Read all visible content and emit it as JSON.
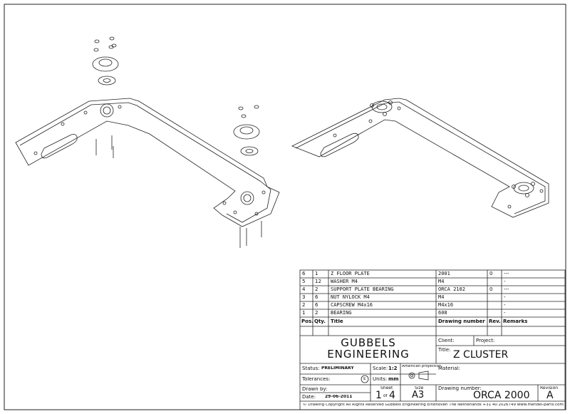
{
  "bom": {
    "rows": [
      {
        "pos": "6",
        "qty": "1",
        "title": "Z FLOOR PLATE",
        "drawing": "2001",
        "rev": "0",
        "remarks": "---"
      },
      {
        "pos": "5",
        "qty": "12",
        "title": "WASHER M4",
        "drawing": "M4",
        "rev": "",
        "remarks": "-"
      },
      {
        "pos": "4",
        "qty": "2",
        "title": "SUPPORT PLATE BEARING",
        "drawing": "ORCA 2102",
        "rev": "0",
        "remarks": "---"
      },
      {
        "pos": "3",
        "qty": "6",
        "title": "NUT NYLOCK M4",
        "drawing": "M4",
        "rev": "",
        "remarks": "-"
      },
      {
        "pos": "2",
        "qty": "6",
        "title": "CAPSCREW M4x16",
        "drawing": "M4x16",
        "rev": "",
        "remarks": "-"
      },
      {
        "pos": "1",
        "qty": "2",
        "title": "BEARING",
        "drawing": "608",
        "rev": "",
        "remarks": "-"
      }
    ],
    "header": {
      "pos": "Pos.",
      "qty": "Qty.",
      "title": "Title",
      "drawing": "Drawing number",
      "rev": "Rev.",
      "remarks": "Remarks"
    }
  },
  "titleblock": {
    "company_line1": "GUBBELS",
    "company_line2": "ENGINEERING",
    "client_label": "Client:",
    "project_label": "Project:",
    "title_label": "Title:",
    "title": "Z  CLUSTER",
    "status_label": "Status:",
    "status": "PRELIMINARY",
    "scale_label": "Scale:",
    "scale": "1:2",
    "projection_label": "American projection",
    "material_label": "Material:",
    "tolerances_label": "Tolerances:",
    "tolerance_symbol": "E",
    "units_label": "Units:",
    "units": "mm",
    "drawn_by_label": "Drawn by:",
    "sheet_label": "Sheet",
    "sheet_num": "1",
    "sheet_of": "of",
    "sheet_total": "4",
    "size_label": "Size",
    "size": "A3",
    "drawing_number_label": "Drawing number:",
    "drawing_number": "ORCA  2000",
    "revision_label": "Revision",
    "revision": "A",
    "date_label": "Date:",
    "date": "29-06-2011",
    "footer": "© Drawing Copyright    All Rights Reserved    Gubbels Engineering    Eindhoven  The Netherlands  +31 40 2026749   www.mendel-parts.com"
  }
}
